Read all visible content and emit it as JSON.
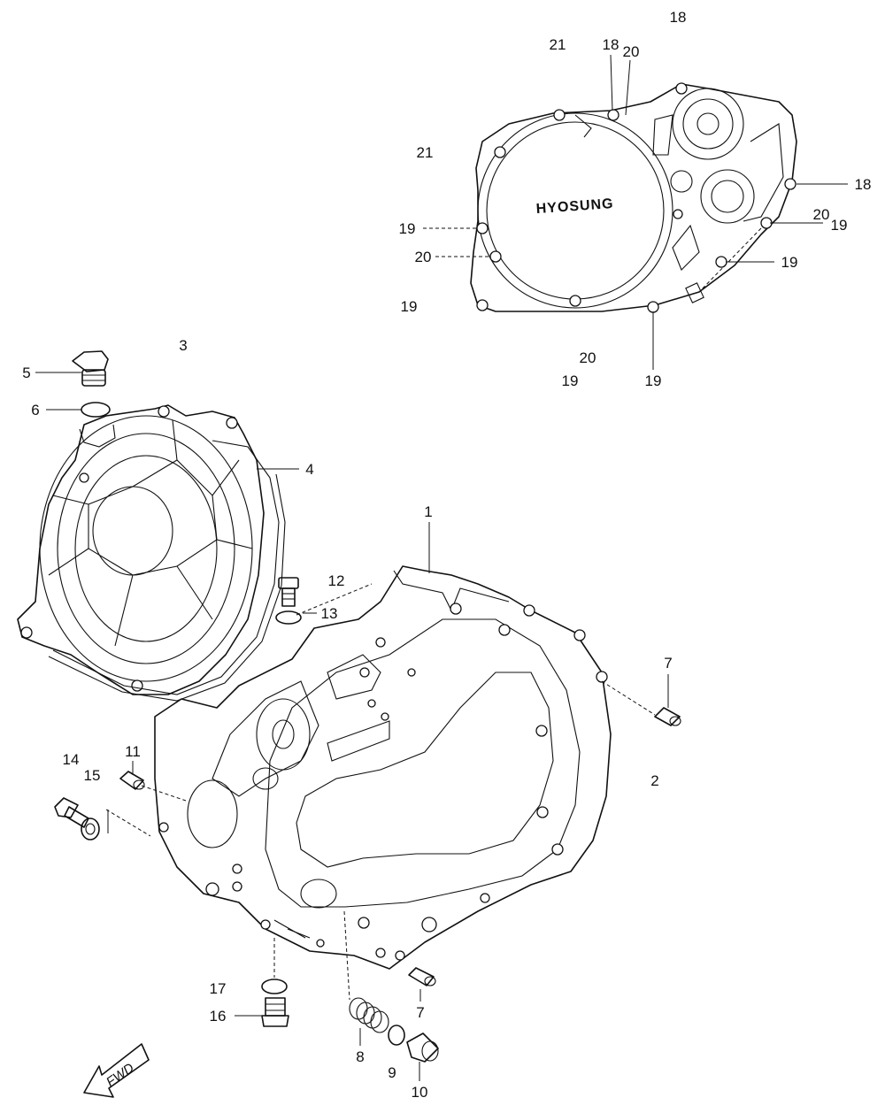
{
  "diagram": {
    "cover_brand": "HYOSUNG",
    "fwd_label": "FWD",
    "callouts": {
      "c1": "1",
      "c2": "2",
      "c3": "3",
      "c4": "4",
      "c5": "5",
      "c6": "6",
      "c7a": "7",
      "c7b": "7",
      "c8": "8",
      "c9": "9",
      "c10": "10",
      "c11": "11",
      "c12": "12",
      "c13": "13",
      "c14": "14",
      "c15": "15",
      "c16": "16",
      "c17": "17",
      "c18a": "18",
      "c18b": "18",
      "c18c": "18",
      "c19a": "19",
      "c19b": "19",
      "c19c": "19",
      "c19d": "19",
      "c19e": "19",
      "c19f": "19",
      "c20a": "20",
      "c20b": "20",
      "c20c": "20",
      "c20d": "20",
      "c21a": "21",
      "c21b": "21"
    }
  }
}
